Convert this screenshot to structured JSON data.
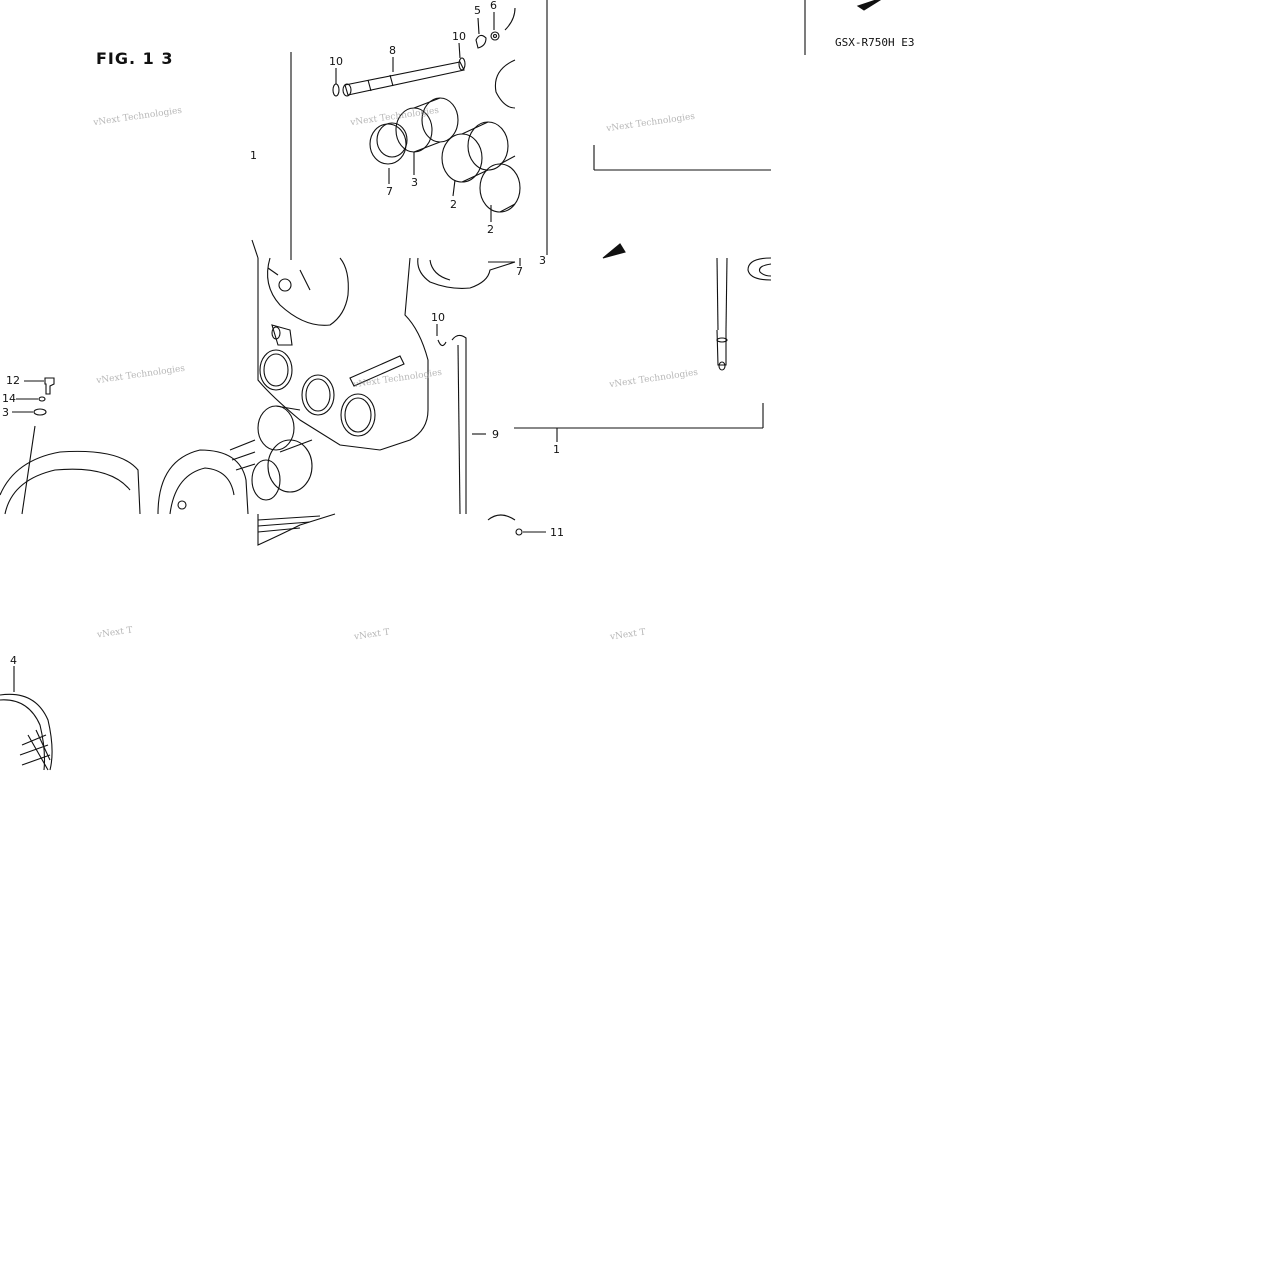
{
  "figure": {
    "title": "FIG. 1 3",
    "model_code": "GSX-R750H E3"
  },
  "callouts": [
    {
      "id": "c-10a",
      "text": "10"
    },
    {
      "id": "c-8",
      "text": "8"
    },
    {
      "id": "c-10b",
      "text": "10"
    },
    {
      "id": "c-5",
      "text": "5"
    },
    {
      "id": "c-6",
      "text": "6"
    },
    {
      "id": "c-1a",
      "text": "1"
    },
    {
      "id": "c-7a",
      "text": "7"
    },
    {
      "id": "c-3a",
      "text": "3"
    },
    {
      "id": "c-2a",
      "text": "2"
    },
    {
      "id": "c-2b",
      "text": "2"
    },
    {
      "id": "c-7b",
      "text": "7"
    },
    {
      "id": "c-3b",
      "text": "3"
    },
    {
      "id": "c-10c",
      "text": "10"
    },
    {
      "id": "c-12",
      "text": "12"
    },
    {
      "id": "c-14",
      "text": "14"
    },
    {
      "id": "c-13",
      "text": "3"
    },
    {
      "id": "c-9",
      "text": "9"
    },
    {
      "id": "c-1b",
      "text": "1"
    },
    {
      "id": "c-11",
      "text": "11"
    },
    {
      "id": "c-4",
      "text": "4"
    }
  ],
  "watermarks": [
    {
      "id": "w1",
      "text": "vNext Technologies"
    },
    {
      "id": "w2",
      "text": "vNext Technologies"
    },
    {
      "id": "w3",
      "text": "vNext Technologies"
    },
    {
      "id": "w4",
      "text": "vNext Technologies"
    },
    {
      "id": "w5",
      "text": "vNext Technologies"
    },
    {
      "id": "w6",
      "text": "vNext Technologies"
    },
    {
      "id": "w7",
      "text": "vNext T"
    },
    {
      "id": "w8",
      "text": "vNext T"
    },
    {
      "id": "w9",
      "text": "vNext T"
    }
  ],
  "colors": {
    "line": "#111111",
    "watermark": "#888888",
    "background": "#ffffff"
  }
}
